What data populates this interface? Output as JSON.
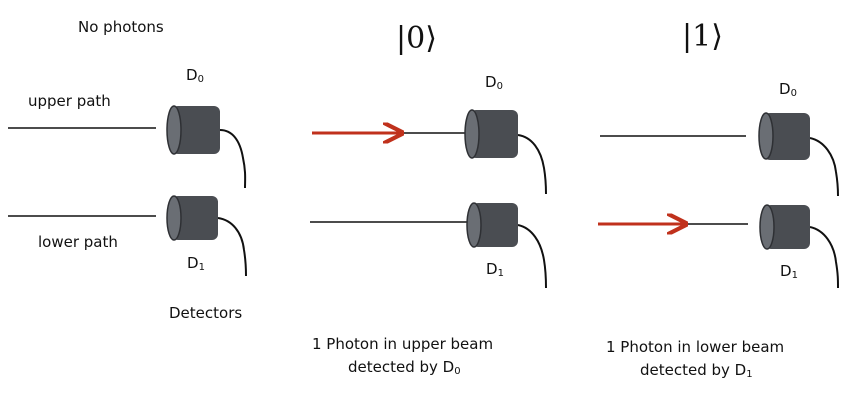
{
  "panels": [
    {
      "title": "No photons",
      "upper_label": "upper path",
      "lower_label": "lower path",
      "detector_caption": "Detectors",
      "upper_photon": false,
      "lower_photon": false
    },
    {
      "title": "|0⟩",
      "caption_line1": "1 Photon in upper beam",
      "caption_line2": "detected by D",
      "caption_subscript": "0",
      "upper_photon": true,
      "lower_photon": false
    },
    {
      "title": "|1⟩",
      "caption_line1": "1 Photon in lower beam",
      "caption_line2": "detected by D",
      "caption_subscript": "1",
      "upper_photon": false,
      "lower_photon": true
    }
  ],
  "detectors": {
    "d0": {
      "letter": "D",
      "subscript": "0"
    },
    "d1": {
      "letter": "D",
      "subscript": "1"
    }
  },
  "colors": {
    "beam": "#111111",
    "photon": "#c0311c",
    "detector_body": "#4a4d52",
    "detector_face": "#6a6e74"
  }
}
